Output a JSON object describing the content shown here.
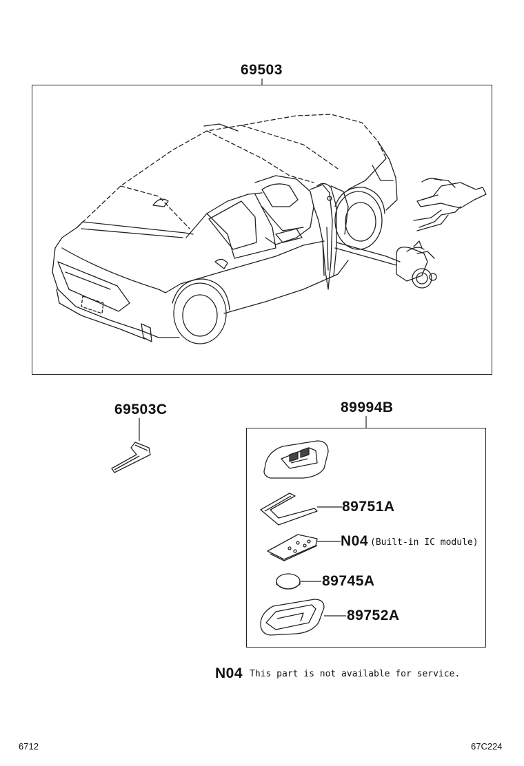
{
  "parts": {
    "kit": "69503",
    "key_blade": "69503C",
    "remote_set": "89994B",
    "key_case_cover": "89751A",
    "ic_module": "N04",
    "ic_module_note": "(Built-in IC module)",
    "battery": "89745A",
    "case_housing": "89752A"
  },
  "footnote": {
    "code": "N04",
    "text": "This part is not available for service."
  },
  "corners": {
    "left": "6712",
    "right": "67C224"
  }
}
